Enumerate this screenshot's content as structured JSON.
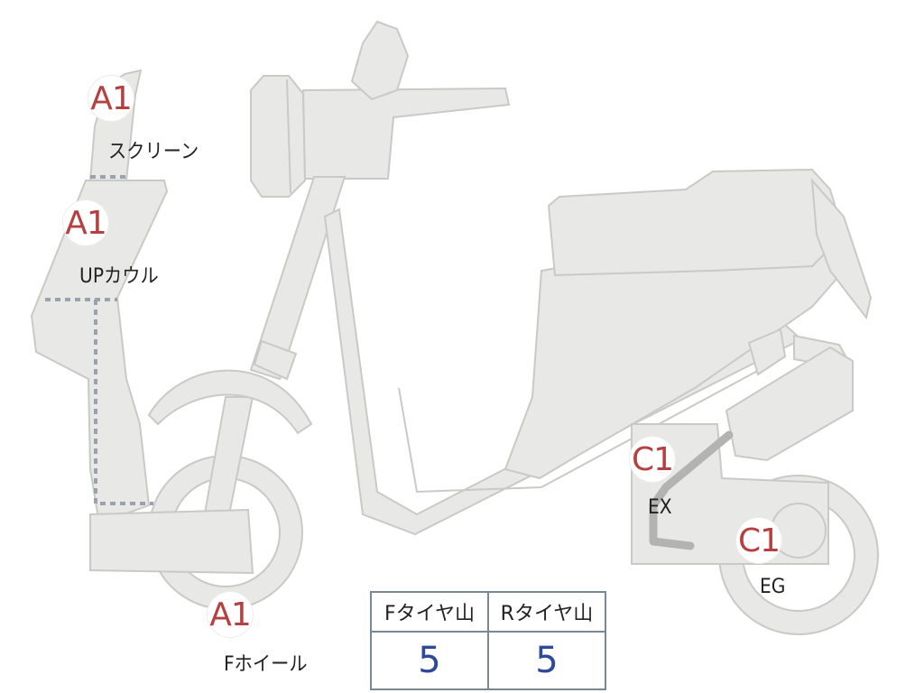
{
  "parts": {
    "screen": {
      "code": "A1",
      "label": "スクリーン"
    },
    "upper_cowl": {
      "code": "A1",
      "label": "UPカウル"
    },
    "front_wheel": {
      "code": "A1",
      "label": "Fホイール"
    },
    "exhaust": {
      "code": "C1",
      "label": "EX"
    },
    "engine": {
      "code": "C1",
      "label": "EG"
    }
  },
  "tread_table": {
    "headers": [
      "Fタイヤ山",
      "Rタイヤ山"
    ],
    "values": [
      "5",
      "5"
    ]
  },
  "colors": {
    "body_fill": "#e8e8e6",
    "outline": "#c9c9c6",
    "marker_text": "#b5403f",
    "value_text": "#2d4a9a",
    "table_border": "#7a8896"
  }
}
